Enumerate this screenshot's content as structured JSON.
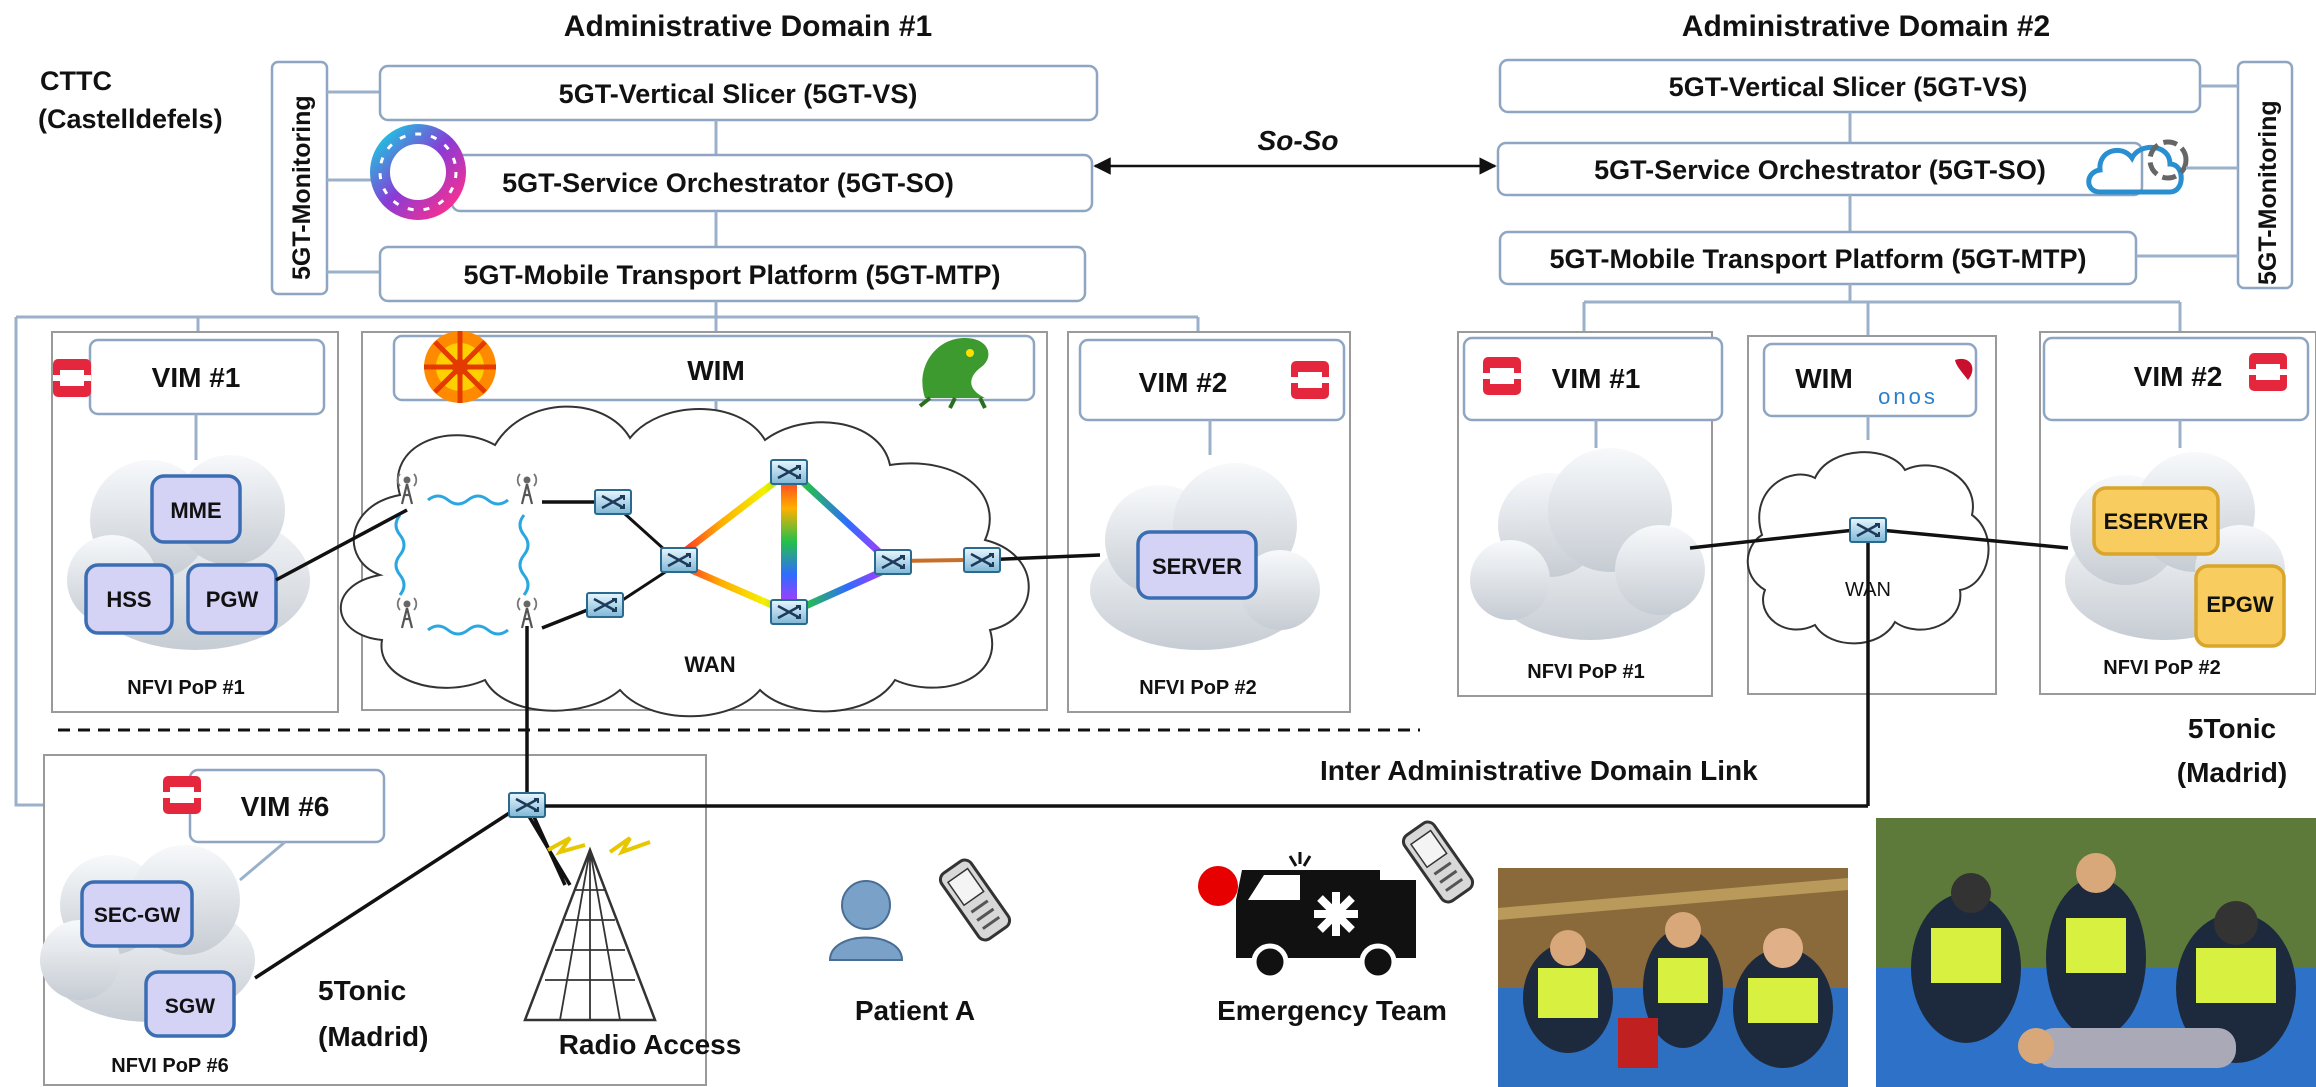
{
  "domain1": {
    "title": "Administrative Domain #1",
    "site_line1": "CTTC",
    "site_line2": "(Castelldefels)",
    "monitoring": "5GT-Monitoring",
    "vs": "5GT-Vertical Slicer (5GT-VS)",
    "so": "5GT-Service Orchestrator (5GT-SO)",
    "mtp": "5GT-Mobile Transport Platform (5GT-MTP)",
    "vim1": "VIM #1",
    "wim": "WIM",
    "vim2": "VIM #2",
    "vim6": "VIM #6",
    "wan": "WAN",
    "pop1": "NFVI PoP #1",
    "pop2": "NFVI PoP #2",
    "pop6": "NFVI PoP #6",
    "vnfs_pop1": [
      "MME",
      "HSS",
      "PGW"
    ],
    "vnf_server": "SERVER",
    "vnfs_pop6": [
      "SEC-GW",
      "SGW"
    ],
    "site6_line1": "5Tonic",
    "site6_line2": "(Madrid)",
    "radio": "Radio Access"
  },
  "so_so": "So-So",
  "inter_link": "Inter Administrative  Domain Link",
  "domain2": {
    "title": "Administrative Domain #2",
    "monitoring": "5GT-Monitoring",
    "vs": "5GT-Vertical Slicer (5GT-VS)",
    "so": "5GT-Service Orchestrator (5GT-SO)",
    "mtp": "5GT-Mobile Transport Platform (5GT-MTP)",
    "vim1": "VIM #1",
    "wim": "WIM",
    "vim2": "VIM #2",
    "wan": "WAN",
    "pop1": "NFVI PoP #1",
    "pop2": "NFVI PoP #2",
    "vnfs_pop2": [
      "ESERVER",
      "EPGW"
    ],
    "site_line1": "5Tonic",
    "site_line2": "(Madrid)",
    "onos_logo": "onos"
  },
  "actors": {
    "patient": "Patient A",
    "team": "Emergency Team"
  },
  "colors": {
    "box_border": "#8fa6c2",
    "vnf_fill": "#d4d2f5",
    "vnf_border": "#3b6db3",
    "vnf_yellow": "#f8cc5e",
    "openstack_red": "#e5273d",
    "alert_red": "#e60000"
  },
  "icons": [
    "openstack-logo",
    "opendaylight-logo",
    "sdn-starburst-logo",
    "onos-logo",
    "cloud-orchestrator-logo",
    "ring-logo",
    "switch-icon",
    "antenna-icon",
    "radio-tower-icon",
    "user-icon",
    "mobile-phone-icon",
    "ambulance-icon"
  ]
}
